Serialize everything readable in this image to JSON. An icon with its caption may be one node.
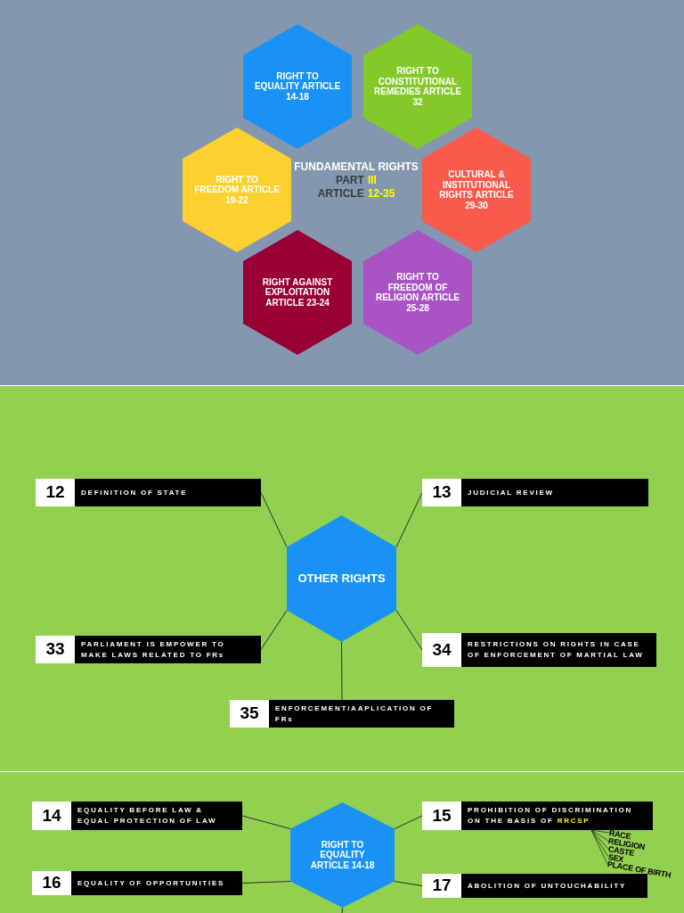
{
  "diagram": {
    "nodes": [
      {
        "text": [
          "RIGHT TO EQUALITY ARTICLE 14-18"
        ]
      },
      {
        "text": [
          "RIGHT TO CONSTITUTIONAL REMEDIES ARTICLE 32"
        ]
      },
      {
        "text": [
          "RIGHT TO FREEDOM ARTICLE 19-22"
        ]
      },
      {
        "text": [
          "CULTURAL & INSTITUTIONAL RIGHTS ARTICLE 29-30"
        ]
      },
      {
        "text": [
          "RIGHT AGAINST EXPLOITATION ARTICLE 23-24"
        ]
      },
      {
        "text": [
          "RIGHT TO FREEDOM OF RELIGION ARTICLE 25-28"
        ]
      },
      {
        "text": [
          "OTHER RIGHTS"
        ]
      },
      {
        "text": [
          "12",
          "DEFINITION OF STATE"
        ]
      },
      {
        "text": [
          "13",
          "JUDICIAL REVIEW"
        ]
      },
      {
        "text": [
          "33",
          "PARLIAMENT IS EMPOWER TO MAKE LAWS RELATED TO FRs"
        ]
      },
      {
        "text": [
          "34",
          "RESTRICTIONS ON RIGHTS IN CASE OF ENFORCEMENT OF MARTIAL LAW"
        ]
      },
      {
        "text": [
          "35",
          "ENFORCEMENT/AAPLICATION OF FRs"
        ]
      },
      {
        "text": [
          "RIGHT TO EQUALITY ARTICLE 14-18"
        ]
      },
      {
        "text": [
          "14",
          "EQUALITY BEFORE LAW & EQUAL PROTECTION OF LAW"
        ]
      },
      {
        "text": [
          "15",
          "PROHIBITION OF DISCRIMINATION ON THE BASIS OF",
          "RRCSP"
        ]
      },
      {
        "text": [
          "16",
          "EQUALITY OF OPPORTUNITIES"
        ]
      },
      {
        "text": [
          "17",
          "ABOLITION OF UNTOUCHABILITY"
        ]
      },
      {
        "text": [
          "RACE"
        ]
      },
      {
        "text": [
          "RELIGION"
        ]
      },
      {
        "text": [
          "CASTE"
        ]
      },
      {
        "text": [
          "SEX"
        ]
      },
      {
        "text": [
          "PLACE OF BIRTH"
        ]
      }
    ],
    "edges": [
      {
        "from": 7,
        "to": 6,
        "arrow": "none"
      },
      {
        "from": 8,
        "to": 6,
        "arrow": "none"
      },
      {
        "from": 9,
        "to": 6,
        "arrow": "none"
      },
      {
        "from": 10,
        "to": 6,
        "arrow": "none"
      },
      {
        "from": 11,
        "to": 6,
        "arrow": "none"
      },
      {
        "from": 13,
        "to": 12,
        "arrow": "none"
      },
      {
        "from": 14,
        "to": 12,
        "arrow": "none"
      },
      {
        "from": 15,
        "to": 12,
        "arrow": "none"
      },
      {
        "from": 16,
        "to": 12,
        "arrow": "none"
      },
      {
        "from": 12,
        "to": null,
        "arrow": "none"
      },
      {
        "from": 17,
        "to": 14,
        "arrow": "none"
      },
      {
        "from": 18,
        "to": 14,
        "arrow": "none"
      },
      {
        "from": 19,
        "to": 14,
        "arrow": "none"
      },
      {
        "from": 20,
        "to": 14,
        "arrow": "none"
      },
      {
        "from": 21,
        "to": 14,
        "arrow": "none"
      }
    ],
    "labels": [
      "FUNDAMENTAL RIGHTS",
      "PART",
      "III",
      "ARTICLE",
      "12-35"
    ]
  }
}
